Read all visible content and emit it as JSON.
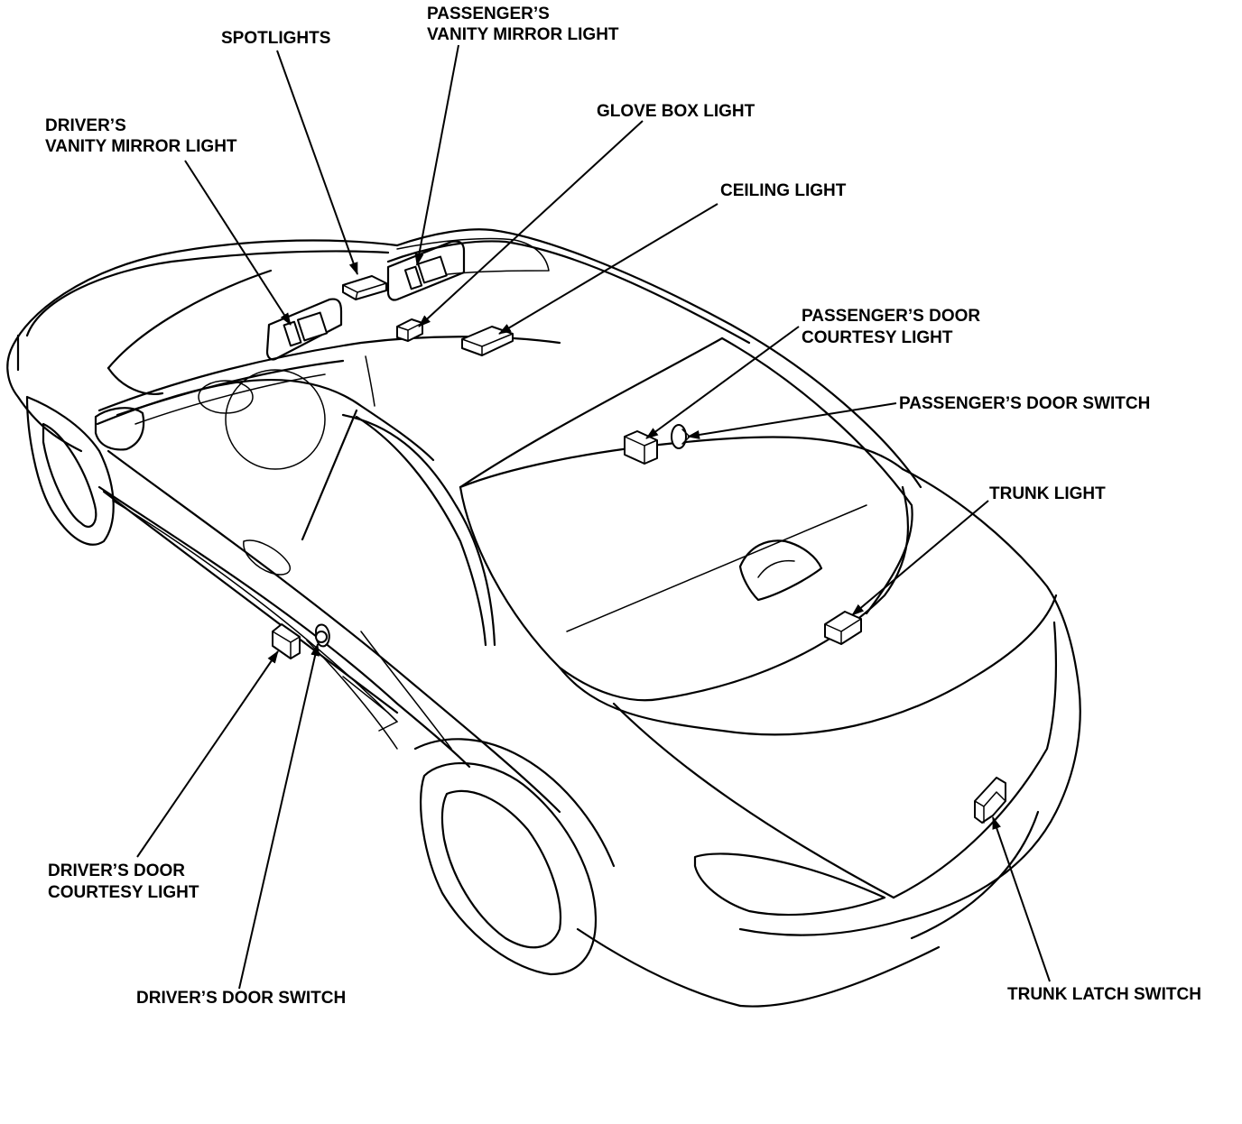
{
  "diagram": {
    "labels": {
      "spotlights": "SPOTLIGHTS",
      "passenger_vanity_1": "PASSENGER’S",
      "passenger_vanity_2": "VANITY MIRROR LIGHT",
      "driver_vanity_1": "DRIVER’S",
      "driver_vanity_2": "VANITY MIRROR LIGHT",
      "glove_box": "GLOVE BOX LIGHT",
      "ceiling": "CEILING LIGHT",
      "passenger_courtesy_1": "PASSENGER’S DOOR",
      "passenger_courtesy_2": "COURTESY LIGHT",
      "passenger_switch": "PASSENGER’S DOOR SWITCH",
      "trunk_light": "TRUNK LIGHT",
      "driver_courtesy_1": "DRIVER’S DOOR",
      "driver_courtesy_2": "COURTESY LIGHT",
      "driver_switch": "DRIVER’S DOOR SWITCH",
      "trunk_latch": "TRUNK LATCH SWITCH"
    },
    "colors": {
      "line": "#000000",
      "background": "#ffffff"
    }
  }
}
